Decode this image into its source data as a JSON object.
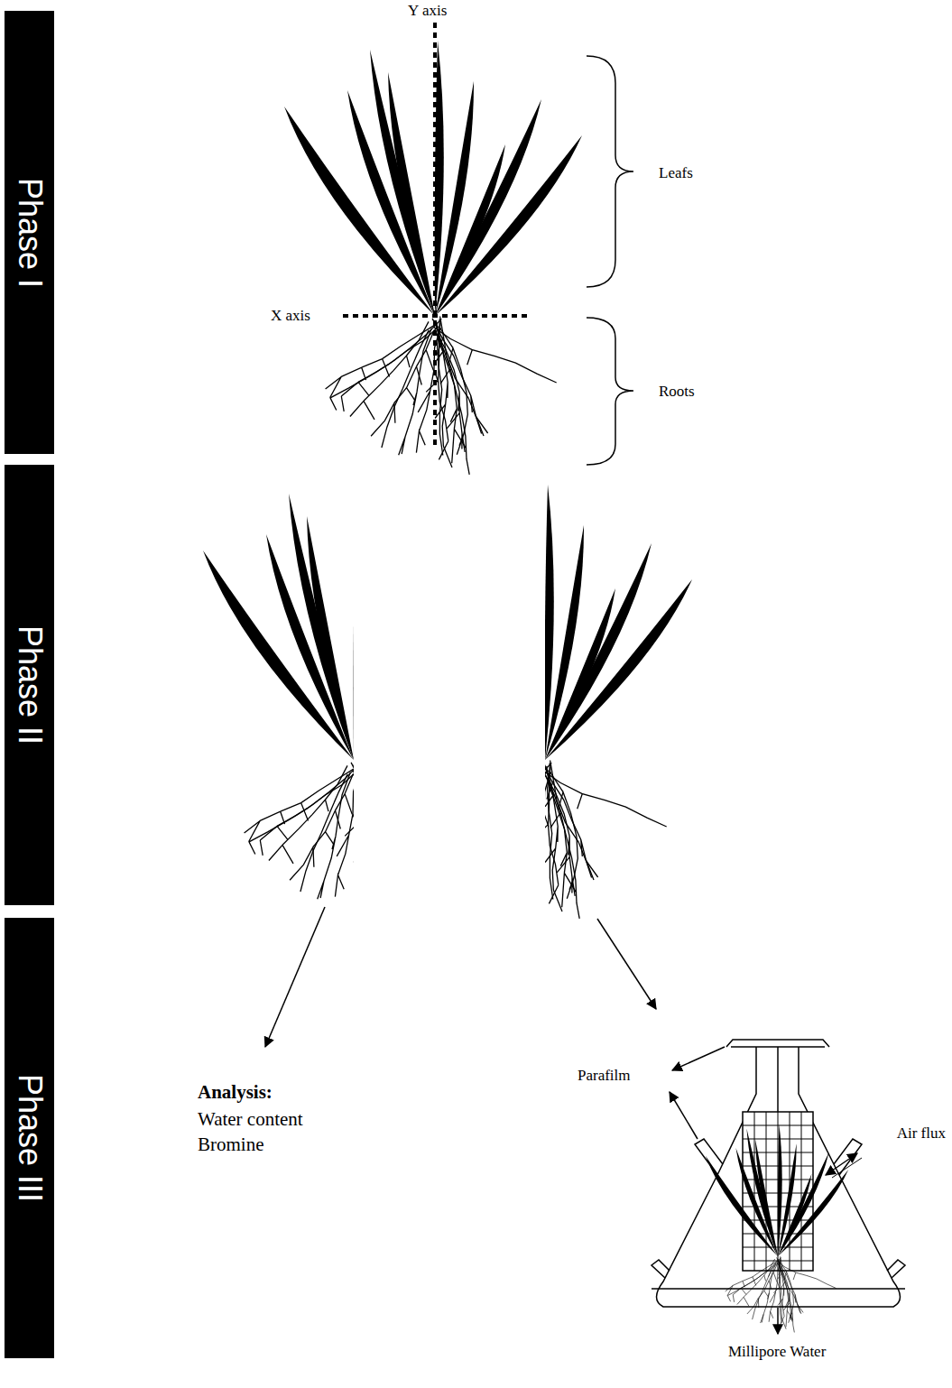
{
  "diagram": {
    "nodes": [
      {
        "text": [
          "Phase I"
        ]
      },
      {
        "text": [
          "Phase II"
        ]
      },
      {
        "text": [
          "Phase III"
        ]
      }
    ],
    "labels": [
      "Y axis",
      "Leafs",
      "X axis",
      "Roots",
      "Analysis:",
      "Water content",
      "Bromine",
      "Parafilm",
      "Air flux",
      "Millipore Water"
    ]
  }
}
